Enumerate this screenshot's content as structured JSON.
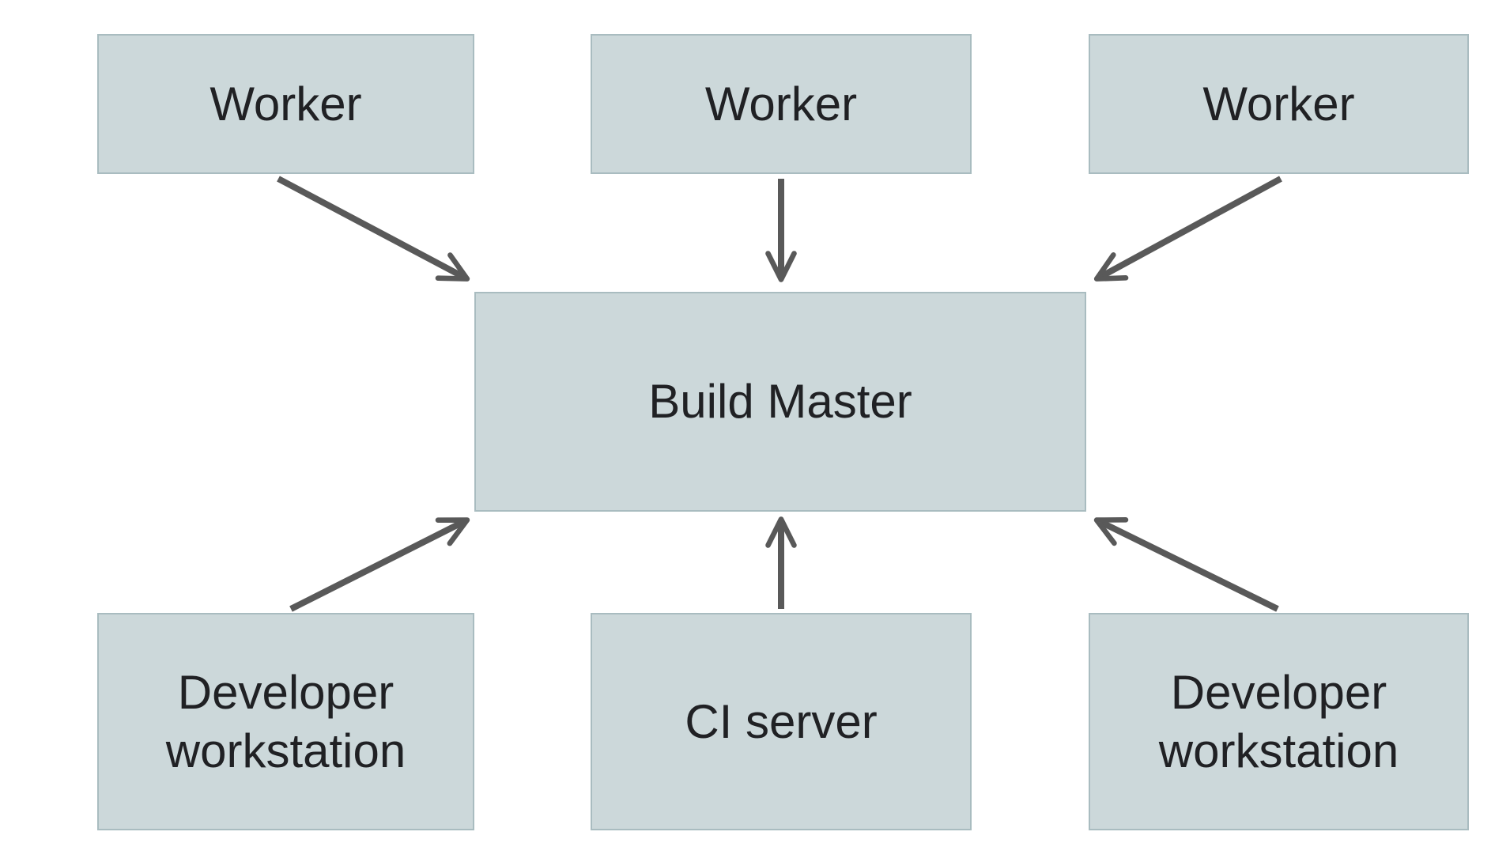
{
  "diagram": {
    "nodes": {
      "worker1": {
        "label": "Worker"
      },
      "worker2": {
        "label": "Worker"
      },
      "worker3": {
        "label": "Worker"
      },
      "build_master": {
        "label": "Build Master"
      },
      "dev_workstation_left": {
        "label": "Developer workstation"
      },
      "ci_server": {
        "label": "CI server"
      },
      "dev_workstation_right": {
        "label": "Developer workstation"
      }
    },
    "edges": [
      {
        "from": "worker1",
        "to": "build_master"
      },
      {
        "from": "worker2",
        "to": "build_master"
      },
      {
        "from": "worker3",
        "to": "build_master"
      },
      {
        "from": "dev_workstation_left",
        "to": "build_master"
      },
      {
        "from": "ci_server",
        "to": "build_master"
      },
      {
        "from": "dev_workstation_right",
        "to": "build_master"
      }
    ],
    "colors": {
      "node_fill": "#ccd8da",
      "node_border": "#a9bcc0",
      "arrow": "#595959",
      "text": "#202124",
      "background": "#ffffff"
    }
  }
}
